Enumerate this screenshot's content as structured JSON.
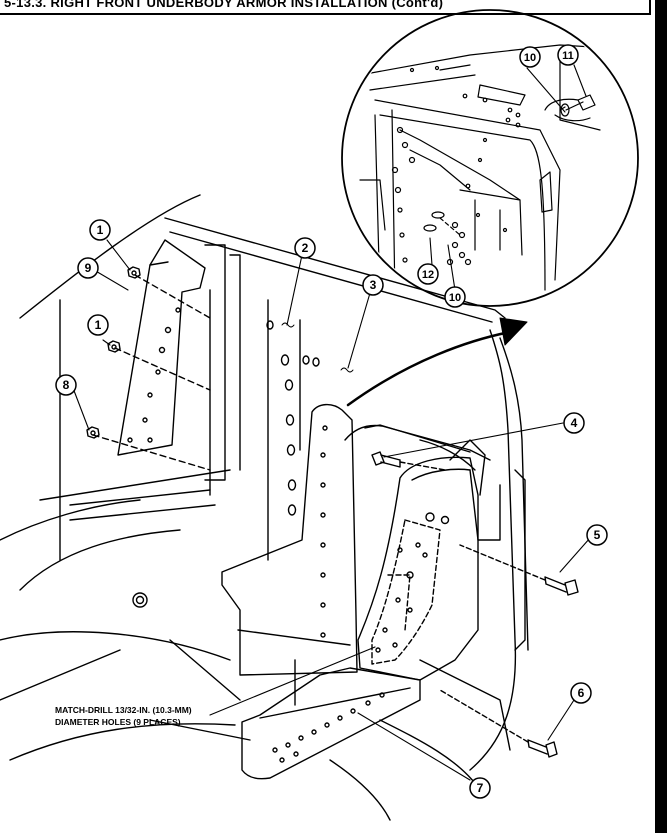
{
  "header": {
    "title": "5-13.3. RIGHT FRONT UNDERBODY ARMOR INSTALLATION (Cont'd)"
  },
  "callouts": [
    "1",
    "9",
    "1",
    "8",
    "2",
    "3",
    "4",
    "5",
    "6",
    "7",
    "10",
    "11",
    "12",
    "10"
  ],
  "note": {
    "line1": "MATCH-DRILL 13/32-IN. (10.3-MM)",
    "line2": "DIAMETER HOLES (9 PLACES)"
  }
}
